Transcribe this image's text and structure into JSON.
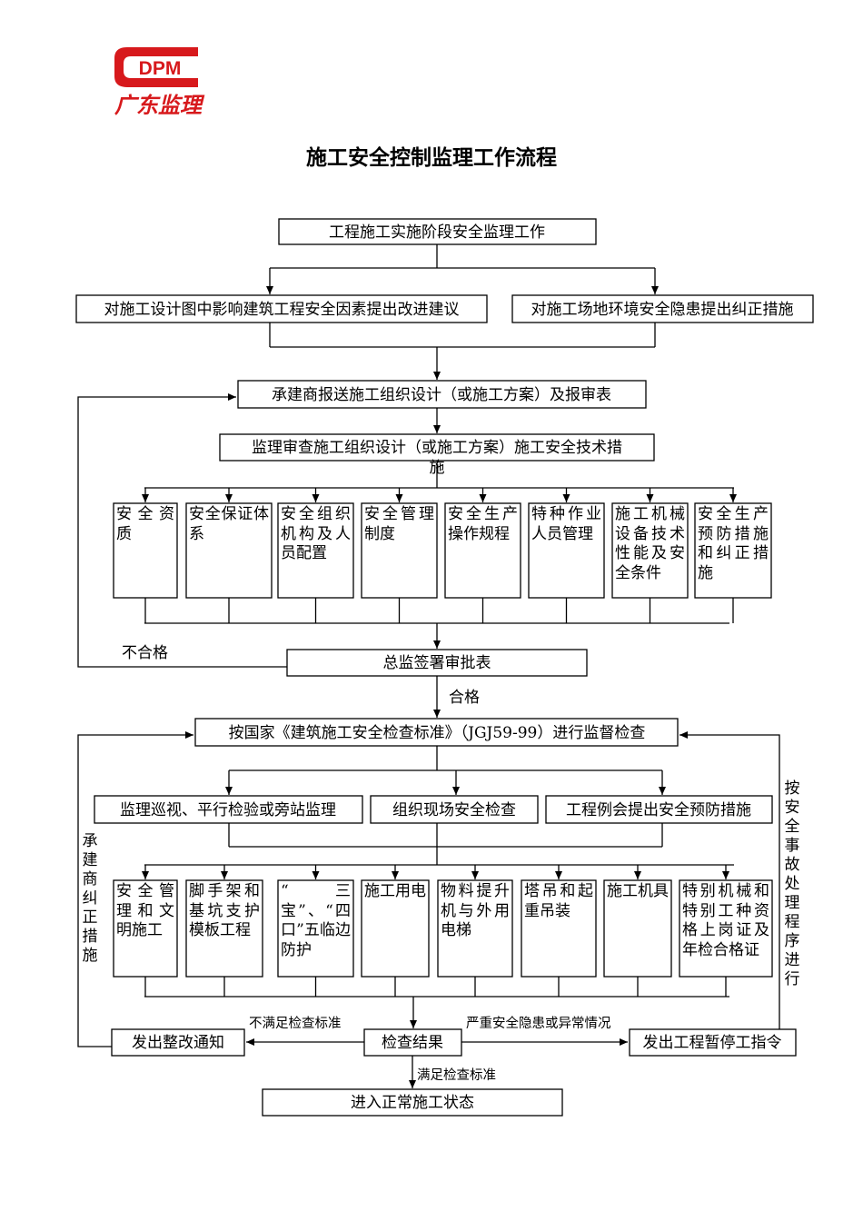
{
  "logo": {
    "mark": "DPM",
    "name": "广东监理",
    "color": "#d7191c"
  },
  "title": "施工安全控制监理工作流程",
  "nodes": {
    "start": "工程施工实施阶段安全监理工作",
    "design_advice": "对施工设计图中影响建筑工程安全因素提出改进建议",
    "site_measures": "对施工场地环境安全隐患提出纠正措施",
    "contractor_submit": "承建商报送施工组织设计（或施工方案）及报审表",
    "review_line1": "监理审查施工组织设计（或施工方案）施工安全技术措",
    "review_line2": "施",
    "review_items": [
      "安全资质",
      "安全保证体系",
      "安全组织机构及人员配置",
      "安全管理制度",
      "安全生产操作规程",
      "特种作业人员管理",
      "施工机械设备技术性能及安全条件",
      "安全生产预防措施和纠正措施"
    ],
    "chief_sign": "总监签署审批表",
    "inspect_standard": "按国家《建筑施工安全检查标准》（JGJ59-99）进行监督检查",
    "patrol": "监理巡视、平行检验或旁站监理",
    "site_check": "组织现场安全检查",
    "meeting": "工程例会提出安全预防措施",
    "check_items": [
      "安全管理和文明施工",
      "脚手架和基坑支护模板工程",
      "“三宝”、“四口”五临边防护",
      "施工用电",
      "物料提升机与外用电梯",
      "塔吊和起重吊装",
      "施工机具",
      "特别机械和特别工种资格上岗证及年检合格证"
    ],
    "rectify_notice": "发出整改通知",
    "check_result": "检查结果",
    "stop_order": "发出工程暂停工指令",
    "normal": "进入正常施工状态"
  },
  "edge_labels": {
    "fail": "不合格",
    "pass": "合格",
    "not_meet": "不满足检查标准",
    "serious": "严重安全隐患或异常情况",
    "meet": "满足检查标准",
    "contractor_fix": "承建商纠正措施",
    "accident_proc": "按安全事故处理程序进行"
  }
}
